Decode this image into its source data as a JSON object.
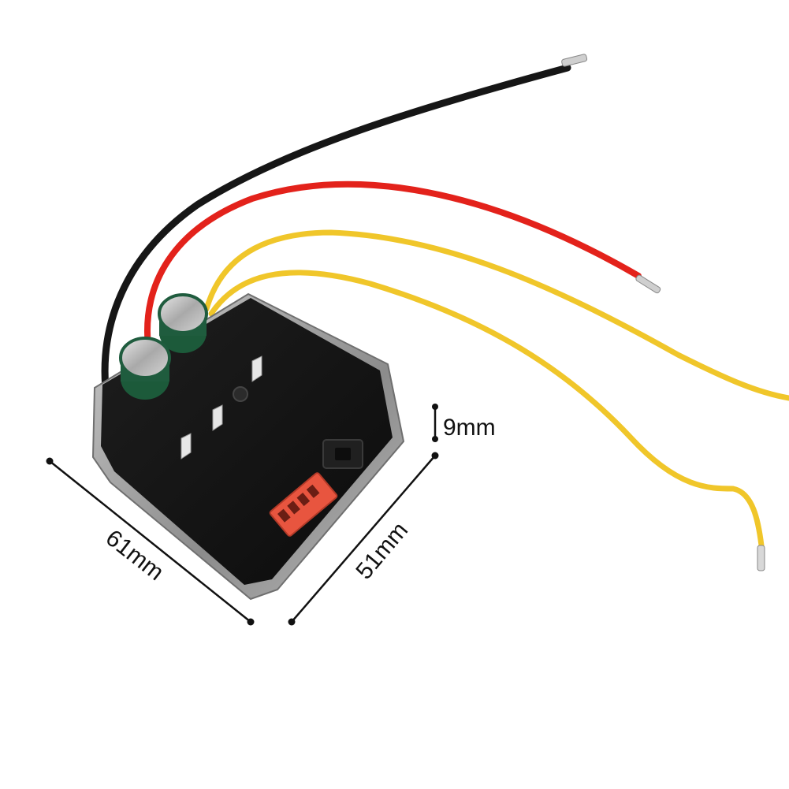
{
  "dimensions": {
    "length": "61mm",
    "width": "51mm",
    "height": "9mm"
  },
  "colors": {
    "background": "#ffffff",
    "board": "#121212",
    "housing": "#9a9a9a",
    "wire_black": "#161616",
    "wire_red": "#e3221b",
    "wire_yellow": "#f0c62a",
    "connector": "#e8553f",
    "capacitor": "#1f5c3e",
    "dimension_line": "#111111"
  }
}
